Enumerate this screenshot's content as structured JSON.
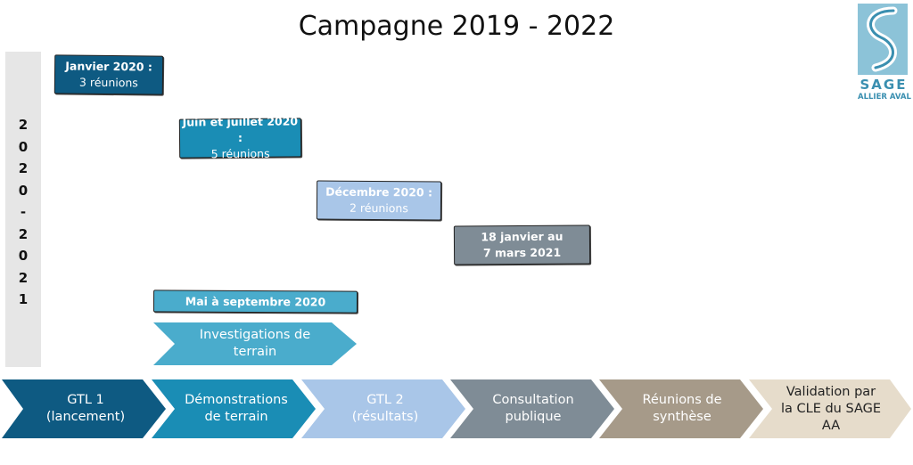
{
  "title": "Campagne 2019 - 2022",
  "year_column": [
    "2",
    "0",
    "2",
    "0",
    "-",
    "2",
    "0",
    "2",
    "1"
  ],
  "logo": {
    "line1": "SAGE",
    "line2": "ALLIER AVAL"
  },
  "notes": [
    {
      "bold": "Janvier 2020 :",
      "text": "3 réunions"
    },
    {
      "bold": "Juin et juillet 2020 :",
      "text": "5 réunions"
    },
    {
      "bold": "Décembre 2020 :",
      "text": "2 réunions"
    },
    {
      "bold": "18 janvier au",
      "text": "7 mars 2021"
    },
    {
      "bold": "Mai à septembre 2020",
      "text": ""
    }
  ],
  "investigation_arrow": {
    "line1": "Investigations de",
    "line2": "terrain"
  },
  "steps": [
    {
      "line1": "GTL 1",
      "line2": "(lancement)",
      "line3": ""
    },
    {
      "line1": "Démonstrations",
      "line2": "de terrain",
      "line3": ""
    },
    {
      "line1": "GTL 2",
      "line2": "(résultats)",
      "line3": ""
    },
    {
      "line1": "Consultation",
      "line2": "publique",
      "line3": ""
    },
    {
      "line1": "Réunions de",
      "line2": "synthèse",
      "line3": ""
    },
    {
      "line1": "Validation par",
      "line2": "la CLE du SAGE",
      "line3": "AA"
    }
  ],
  "colors": {
    "dark_blue": "#0e5a82",
    "mid_blue": "#1a8db5",
    "light_blue": "#a9c6e8",
    "slate": "#7f8c96",
    "taupe": "#a69a89",
    "beige": "#e6dccb",
    "teal_light": "#4aaccc"
  }
}
